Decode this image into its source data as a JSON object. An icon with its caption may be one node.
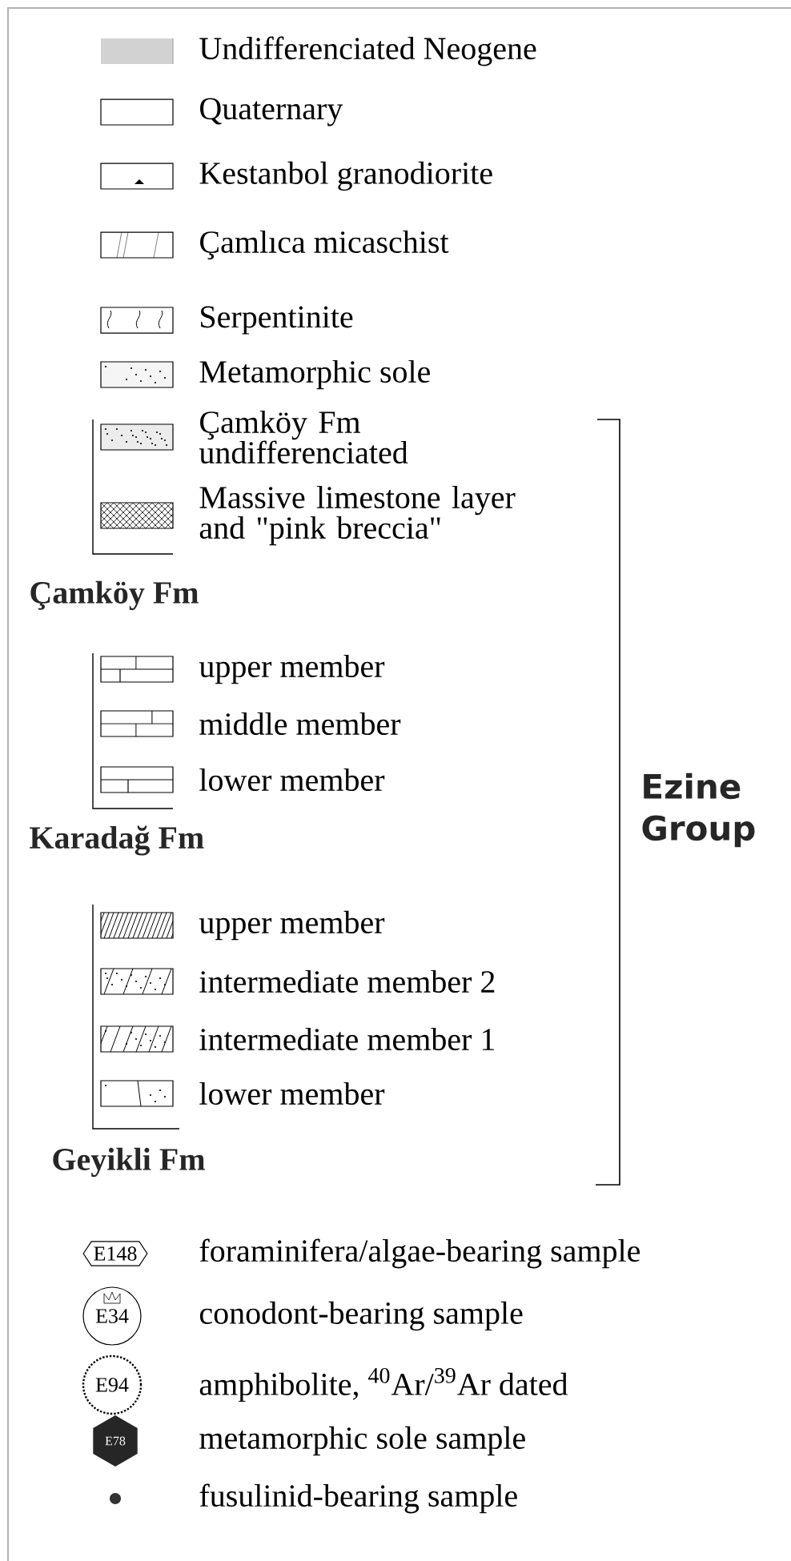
{
  "diagram": {
    "nodes": [
      {
        "text": [
          "E148"
        ],
        "beside": [
          "foraminifera/algae-bearing sample"
        ]
      },
      {
        "text": [
          "E34"
        ],
        "beside": [
          "conodont-bearing sample"
        ]
      },
      {
        "text": [
          "E94"
        ],
        "beside": [
          "amphibolite, $^{40}$Ar/$^{39}$Ar dated"
        ]
      },
      {
        "text": [
          "E78"
        ],
        "beside": [
          "metamorphic sole sample"
        ]
      },
      {
        "text": [],
        "shape": "circle",
        "beside": [
          "fusulinid-bearing sample"
        ]
      }
    ],
    "labels": [
      "Çamköy Fm",
      "Karadağ Fm",
      "Geyikli Fm",
      "Ezine Group"
    ],
    "legend": [
      {
        "text": "Undifferenciated Neogene"
      },
      {
        "text": "Quaternary"
      },
      {
        "text": "Kestanbol granodiorite"
      },
      {
        "text": "Çamlıca micaschist"
      },
      {
        "text": "Serpentinite"
      },
      {
        "text": "Metamorphic sole"
      },
      {
        "text": "Çamköy Fm undifferenciated"
      },
      {
        "text": "Massive limestone layer and \"pink breccia\""
      },
      {
        "text": "upper member"
      },
      {
        "text": "middle member"
      },
      {
        "text": "lower member"
      },
      {
        "text": "upper member"
      },
      {
        "text": "intermediate member 2"
      },
      {
        "text": "intermediate member 1"
      },
      {
        "text": "lower member"
      }
    ]
  }
}
